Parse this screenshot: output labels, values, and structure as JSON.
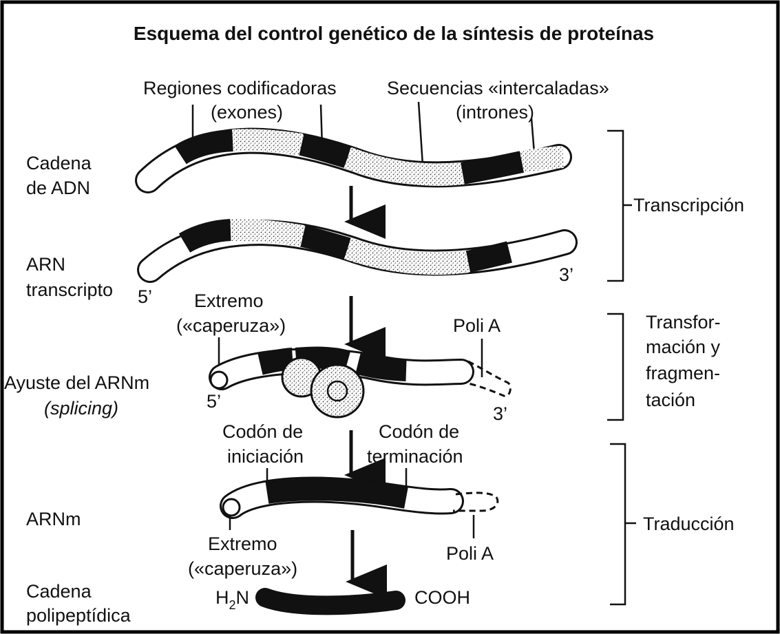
{
  "title": "Esquema del control genético de la síntesis de proteínas",
  "labels": {
    "regiones": "Regiones codificadoras",
    "exones": "(exones)",
    "secuencias": "Secuencias «intercaladas»",
    "intrones": "(intrones)",
    "cadena": "Cadena",
    "de_adn": "de ADN",
    "arn": "ARN",
    "transcripto": "transcripto",
    "five_prime_1": "5’",
    "three_prime_1": "3’",
    "extremo_1": "Extremo",
    "caperuza_1": "(«caperuza»)",
    "poli_a_1": "Poli A",
    "ayuste": "Ayuste del ARNm",
    "splicing": "(splicing)",
    "five_prime_2": "5’",
    "three_prime_2": "3’",
    "codon_ini_1": "Codón de",
    "codon_ini_2": "iniciación",
    "codon_ter_1": "Codón de",
    "codon_ter_2": "terminación",
    "arnm": "ARNm",
    "extremo_2": "Extremo",
    "caperuza_2": "(«caperuza»)",
    "poli_a_2": "Poli A",
    "cadena_poli_1": "Cadena",
    "cadena_poli_2": "polipeptídica",
    "h2n": "H",
    "h2n_sub": "2",
    "h2n_n": "N",
    "cooh": "COOH"
  },
  "stages": {
    "transcripcion": "Transcripción",
    "transformacion_1": "Transfor-",
    "transformacion_2": "mación y",
    "transformacion_3": "fragmen-",
    "transformacion_4": "tación",
    "traduccion": "Traducción"
  }
}
